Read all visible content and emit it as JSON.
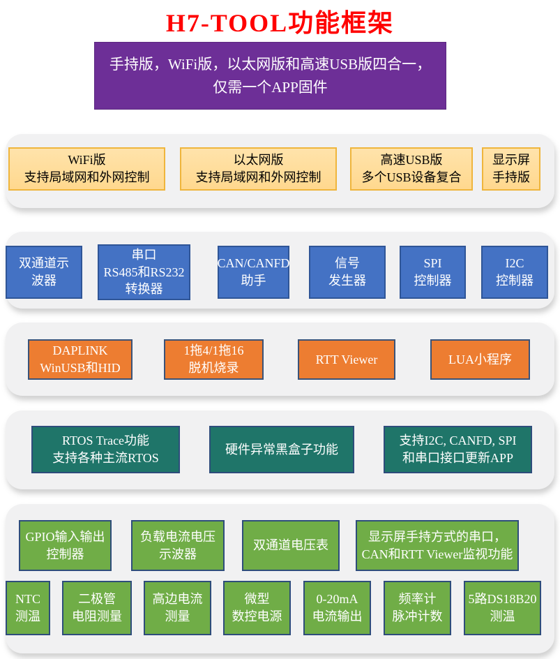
{
  "title": "H7-TOOL功能框架",
  "banner": {
    "line1": "手持版，WiFi版，以太网版和高速USB版四合一，",
    "line2": "仅需一个APP固件"
  },
  "rows": {
    "editions": {
      "wifi": {
        "line1": "WiFi版",
        "line2": "支持局域网和外网控制"
      },
      "ethernet": {
        "line1": "以太网版",
        "line2": "支持局域网和外网控制"
      },
      "usb": {
        "line1": "高速USB版",
        "line2": "多个USB设备复合"
      },
      "handheld": {
        "line1": "显示屏",
        "line2": "手持版"
      }
    },
    "instruments": {
      "oscilloscope": {
        "line1": "双通道示",
        "line2": "波器"
      },
      "serial": {
        "line1": "串口",
        "line2": "RS485和RS232",
        "line3": "转换器"
      },
      "canfd": {
        "line1": "CAN/CANFD",
        "line2": "助手"
      },
      "signal_gen": {
        "line1": "信号",
        "line2": "发生器"
      },
      "spi": {
        "line1": "SPI",
        "line2": "控制器"
      },
      "i2c": {
        "line1": "I2C",
        "line2": "控制器"
      }
    },
    "debug_tools": {
      "daplink": {
        "line1": "DAPLINK",
        "line2": "WinUSB和HID"
      },
      "offline": {
        "line1": "1拖4/1拖16",
        "line2": "脱机烧录"
      },
      "rtt": {
        "line1": "RTT Viewer"
      },
      "lua": {
        "line1": "LUA小程序"
      }
    },
    "system_features": {
      "rtos_trace": {
        "line1": "RTOS Trace功能",
        "line2": "支持各种主流RTOS"
      },
      "blackbox": {
        "line1": "硬件异常黑盒子功能"
      },
      "app_update": {
        "line1": "支持I2C, CANFD, SPI",
        "line2": "和串口接口更新APP"
      }
    },
    "measure_top": {
      "gpio": {
        "line1": "GPIO输入输出",
        "line2": "控制器"
      },
      "load_scope": {
        "line1": "负载电流电压",
        "line2": "示波器"
      },
      "voltmeter": {
        "line1": "双通道电压表"
      },
      "monitor": {
        "line1": "显示屏手持方式的串口，",
        "line2": "CAN和RTT Viewer监视功能"
      }
    },
    "measure_bottom": {
      "ntc": {
        "line1": "NTC",
        "line2": "测温"
      },
      "diode": {
        "line1": "二极管",
        "line2": "电阻测量"
      },
      "high_side": {
        "line1": "高边电流",
        "line2": "测量"
      },
      "psu": {
        "line1": "微型",
        "line2": "数控电源"
      },
      "current": {
        "line1": "0-20mA",
        "line2": "电流输出"
      },
      "freq": {
        "line1": "频率计",
        "line2": "脉冲计数"
      },
      "ds18b20": {
        "line1": "5路DS18B20",
        "line2": "测温"
      }
    }
  },
  "colors": {
    "title_red": "#FF0000",
    "banner_purple": "#6D2F97",
    "edition_yellow": "#FFDC9C",
    "edition_border": "#EFB53C",
    "instrument_blue": "#4472C4",
    "instrument_border": "#2F5597",
    "debug_orange": "#ED7D31",
    "feature_teal": "#1F7569",
    "measure_green": "#70AD47",
    "dark_border": "#2E4D7B",
    "shelf_gray": "#F1F1F2"
  }
}
